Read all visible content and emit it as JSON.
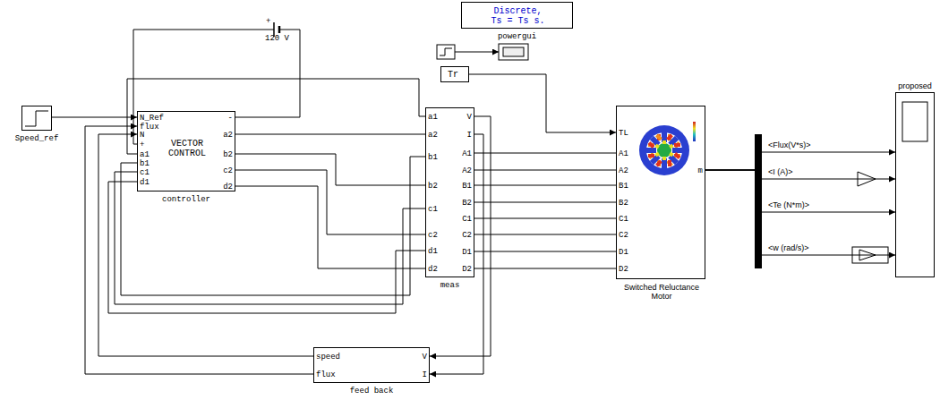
{
  "diagram": {
    "nodes": [
      {
        "text": [
          "Speed_ref"
        ]
      },
      {
        "text": [
          "N_Ref",
          "flux",
          "N",
          "+",
          "a1",
          "b1",
          "c1",
          "d1",
          "VECTOR CONTROL",
          "-",
          "a2",
          "b2",
          "c2",
          "d2",
          "controller"
        ]
      },
      {
        "text": [
          "Discrete, Ts = Ts s.",
          "powergui"
        ]
      },
      {
        "text": [
          "Tr"
        ]
      },
      {
        "text": [
          "a1",
          "a2",
          "b1",
          "b2",
          "c1",
          "c2",
          "d1",
          "d2",
          "V",
          "I",
          "A1",
          "A2",
          "B1",
          "B2",
          "C1",
          "C2",
          "D1",
          "D2",
          "meas"
        ]
      },
      {
        "text": [
          "TL",
          "A1",
          "A2",
          "B1",
          "B2",
          "C1",
          "C2",
          "D1",
          "D2",
          "m",
          "Switched Reluctance Motor"
        ]
      },
      {
        "text": [
          "proposed"
        ]
      },
      {
        "text": [
          "speed",
          "flux",
          "V",
          "I",
          "feed back"
        ]
      }
    ],
    "edges": [
      {
        "from": 0,
        "to": 1,
        "arrow": "to"
      },
      {
        "from": 1,
        "to": 4,
        "arrow": "none"
      },
      {
        "from": 1,
        "to": 4,
        "arrow": "none"
      },
      {
        "from": 1,
        "to": 4,
        "arrow": "none"
      },
      {
        "from": 1,
        "to": 4,
        "arrow": "none"
      },
      {
        "from": 1,
        "to": 4,
        "arrow": "none"
      },
      {
        "from": 1,
        "to": 4,
        "arrow": "none"
      },
      {
        "from": 1,
        "to": 4,
        "arrow": "none"
      },
      {
        "from": 1,
        "to": 4,
        "arrow": "none"
      },
      {
        "from": 4,
        "to": 5,
        "arrow": "none"
      },
      {
        "from": 4,
        "to": 5,
        "arrow": "none"
      },
      {
        "from": 4,
        "to": 5,
        "arrow": "none"
      },
      {
        "from": 4,
        "to": 5,
        "arrow": "none"
      },
      {
        "from": 4,
        "to": 5,
        "arrow": "none"
      },
      {
        "from": 4,
        "to": 5,
        "arrow": "none"
      },
      {
        "from": 4,
        "to": 5,
        "arrow": "none"
      },
      {
        "from": 4,
        "to": 5,
        "arrow": "none"
      },
      {
        "from": 3,
        "to": 5,
        "arrow": "to"
      },
      {
        "from": 4,
        "to": 7,
        "arrow": "to"
      },
      {
        "from": 4,
        "to": 7,
        "arrow": "to"
      },
      {
        "from": 7,
        "to": 1,
        "arrow": "to"
      },
      {
        "from": 7,
        "to": 1,
        "arrow": "to"
      },
      {
        "from": 5,
        "to": 6,
        "arrow": "to",
        "label": "<Flux(V*s)>"
      },
      {
        "from": 5,
        "to": 6,
        "arrow": "to",
        "label": "<I (A)>"
      },
      {
        "from": 5,
        "to": 6,
        "arrow": "to",
        "label": "<Te (N*m)>"
      },
      {
        "from": 5,
        "to": 6,
        "arrow": "to",
        "label": "<w (rad/s)>"
      }
    ],
    "labels": [
      "+",
      "120 V"
    ]
  }
}
